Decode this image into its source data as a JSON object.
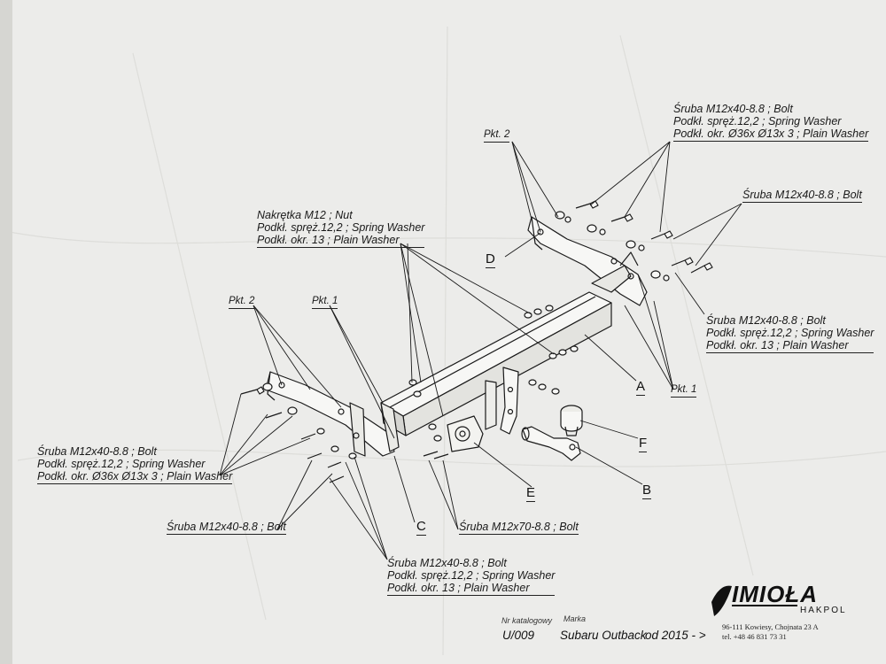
{
  "labels": {
    "top_right_bolt": [
      "Śruba M12x40-8.8 ;  Bolt",
      "Podkł. spręż.12,2 ; Spring Washer",
      "Podkł. okr.  Ø36x Ø13x 3 ; Plain Washer"
    ],
    "right_bolt": "Śruba M12x40-8.8 ;  Bolt",
    "right_mid": [
      "Śruba M12x40-8.8 ;  Bolt",
      "Podkł. spręż.12,2 ; Spring Washer",
      "Podkł. okr. 13 ; Plain Washer"
    ],
    "nut_group": [
      "Nakrętka  M12 ; Nut",
      "Podkł. spręż.12,2 ; Spring Washer",
      "Podkł. okr. 13 ; Plain Washer"
    ],
    "left_bolt": [
      "Śruba M12x40-8.8 ;  Bolt",
      "Podkł. spręż.12,2 ; Spring Washer",
      "Podkł. okr.  Ø36x Ø13x 3 ; Plain Washer"
    ],
    "left_bottom_bolt": "Śruba M12x40-8.8 ;  Bolt",
    "bottom_bolt": [
      "Śruba M12x40-8.8 ;  Bolt",
      "Podkł. spręż.12,2 ; Spring Washer",
      "Podkł. okr. 13 ; Plain Washer"
    ],
    "long_bolt": "Śruba M12x70-8.8 ;  Bolt",
    "pkt2_top": "Pkt. 2",
    "pkt2_left": "Pkt. 2",
    "pkt1_left": "Pkt. 1",
    "pkt1_right": "Pkt. 1"
  },
  "letters": {
    "A": "A",
    "B": "B",
    "C": "C",
    "D": "D",
    "E": "E",
    "F": "F"
  },
  "footer": {
    "catalog_label": "Nr katalogowy",
    "catalog_value": "U/009",
    "brand_label": "Marka",
    "brand_value": "Subaru Outback",
    "year": "od 2015 - >"
  },
  "company": {
    "logo": "IMIOŁA",
    "sub": "HAKPOL",
    "address": "96-111 Kowiesy, Chojnata 23 A",
    "tel": "tel. +48 46 831 73 31"
  },
  "colors": {
    "paper": "#ececea",
    "ink": "#1a1a1a"
  }
}
